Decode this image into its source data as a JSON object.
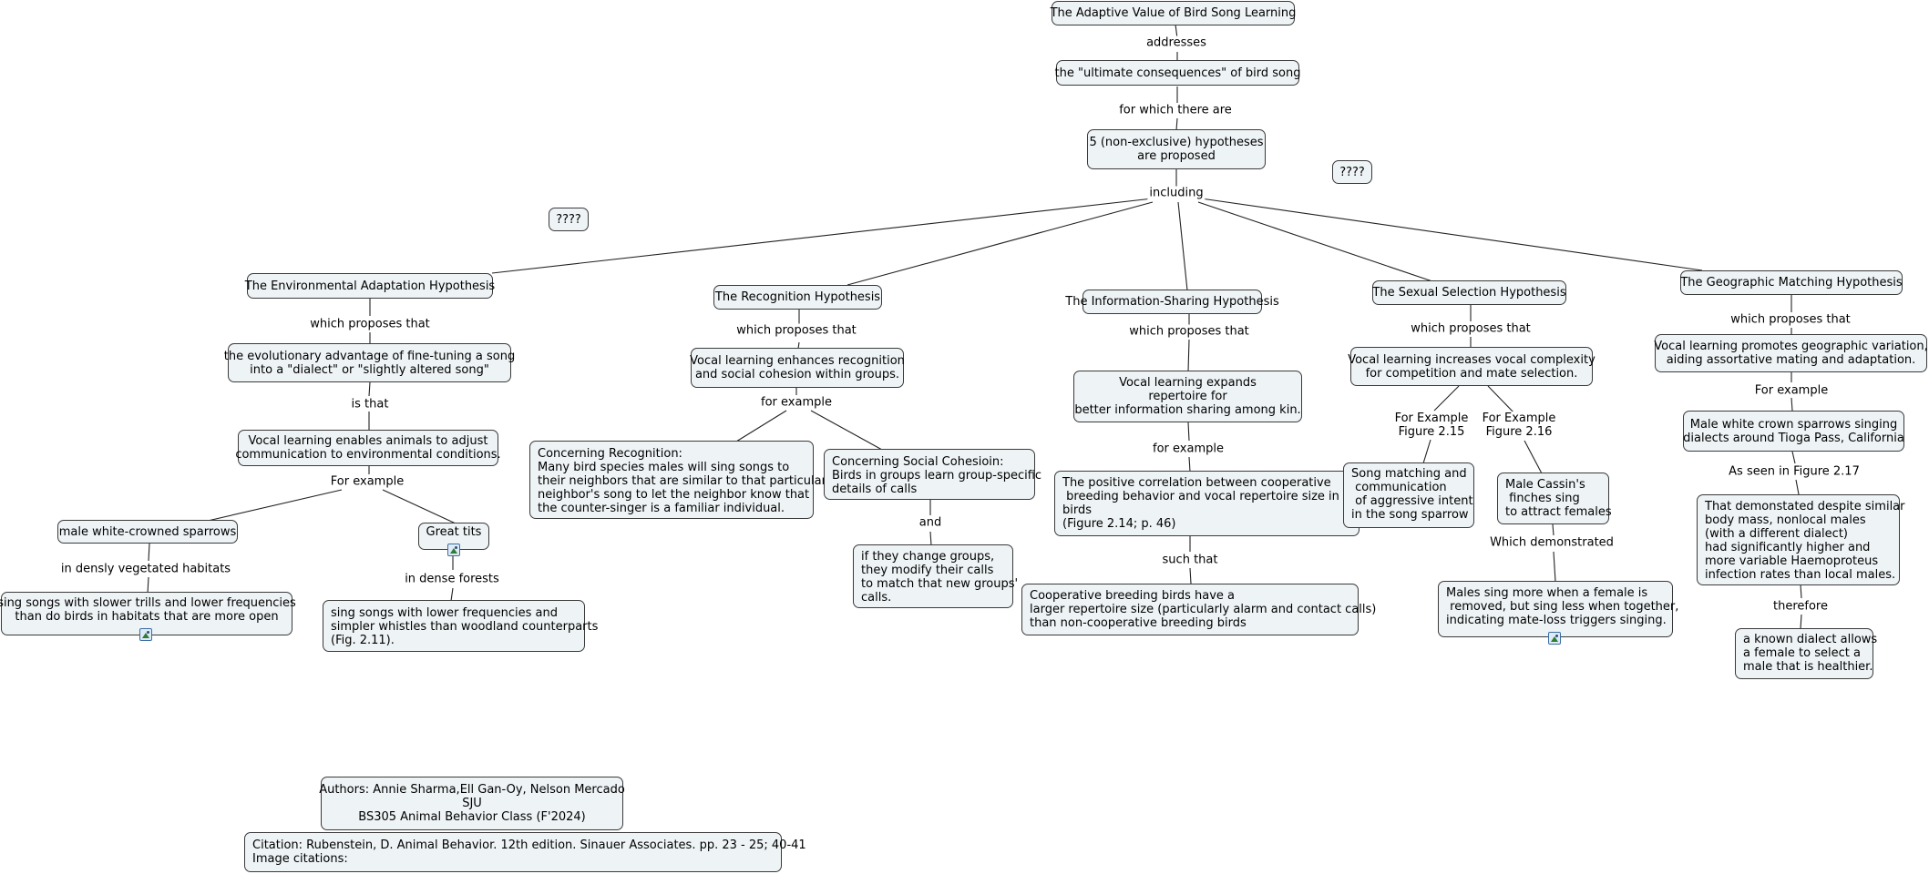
{
  "title": "The Adaptive Value of Bird Song Learning",
  "nodes": {
    "root": "The Adaptive Value of Bird Song Learning",
    "ultimate": "the \"ultimate consequences\" of bird song",
    "five": "5 (non-exclusive) hypotheses\nare proposed",
    "q1": "????",
    "q2": "????",
    "env_h": "The Environmental Adaptation Hypothesis",
    "env_a": "the evolutionary advantage of fine-tuning a song\ninto a \"dialect\" or \"slightly altered song\"",
    "env_b": "Vocal learning enables animals to adjust\ncommunication to environmental conditions.",
    "env_c": "male white-crowned sparrows",
    "env_d": "Great tits",
    "env_e": "sing songs with slower trills and lower frequencies\nthan do birds in habitats that are more open",
    "env_f": "sing songs with lower frequencies and\nsimpler whistles than woodland counterparts\n(Fig. 2.11).",
    "rec_h": "The Recognition Hypothesis",
    "rec_a": "Vocal learning enhances recognition\nand social cohesion within groups.",
    "rec_b": "Concerning Recognition:\nMany bird species males will sing songs to\ntheir neighbors that are similar to that particular\nneighbor's song to let the neighbor know that\nthe counter-singer is a familiar individual.",
    "rec_c": "Concerning Social Cohesioin:\nBirds in groups learn group-specific\ndetails of calls",
    "rec_d": "if they change groups,\nthey modify their calls\nto match that new groups'\ncalls.",
    "info_h": "The Information-Sharing Hypothesis",
    "info_a": "Vocal learning expands\nrepertoire for\nbetter information sharing among kin.",
    "info_b": "The positive correlation between cooperative\n breeding behavior and vocal repertoire size in\nbirds\n(Figure 2.14; p. 46)",
    "info_c": "Cooperative breeding birds have a\nlarger repertoire size (particularly alarm and contact calls)\nthan non-cooperative breeding birds",
    "sex_h": "The Sexual Selection Hypothesis",
    "sex_a": "Vocal learning increases vocal complexity\nfor competition and mate selection.",
    "sex_b": "Song matching and\n communication\n of aggressive intent\nin the song sparrow",
    "sex_c": "Male Cassin's\n finches sing\nto attract females",
    "sex_d": "Males sing more when a female is\n removed, but sing less when together,\nindicating mate-loss triggers singing.",
    "geo_h": "The Geographic Matching Hypothesis",
    "geo_a": "Vocal learning promotes geographic variation,\naiding assortative mating and adaptation.",
    "geo_b": "Male white crown sparrows singing\ndialects around Tioga Pass, California",
    "geo_c": "That demonstated despite similar\nbody mass, nonlocal males\n(with a different dialect)\nhad significantly higher and\nmore variable Haemoproteus\ninfection rates than local males.",
    "geo_d": "a known dialect allows\na female to select a\nmale that is healthier.",
    "authors": "Authors: Annie Sharma,Ell Gan-Oy, Nelson Mercado\nSJU\nBS305 Animal Behavior Class (F'2024)",
    "citation": "Citation: Rubenstein, D. Animal Behavior. 12th edition. Sinauer Associates. pp. 23 - 25; 40-41\nImage citations:"
  },
  "links": {
    "addresses": "addresses",
    "for_which": "for which there are",
    "including": "including",
    "env_proposes": "which proposes that",
    "env_is_that": "is that",
    "env_for_example": "For example",
    "env_dense_veg": "in densly vegetated habitats",
    "env_dense_forests": "in dense forests",
    "rec_proposes": "which proposes that",
    "rec_for_example": "for example",
    "rec_and": "and",
    "info_proposes": "which proposes that",
    "info_for_example": "for example",
    "info_such_that": "such that",
    "sex_proposes": "which proposes that",
    "sex_fig215": "For Example\nFigure 2.15",
    "sex_fig216": "For Example\nFigure 2.16",
    "sex_demonstrated": "Which demonstrated",
    "geo_proposes": "which proposes that",
    "geo_for_example": "For example",
    "geo_as_seen": "As seen in Figure 2.17",
    "geo_therefore": "therefore"
  },
  "icons": [
    "image-icon",
    "image-icon",
    "image-icon"
  ],
  "colors": {
    "node_fill": "#eef3f5",
    "node_border": "#3a3a3a",
    "line": "#222222"
  }
}
